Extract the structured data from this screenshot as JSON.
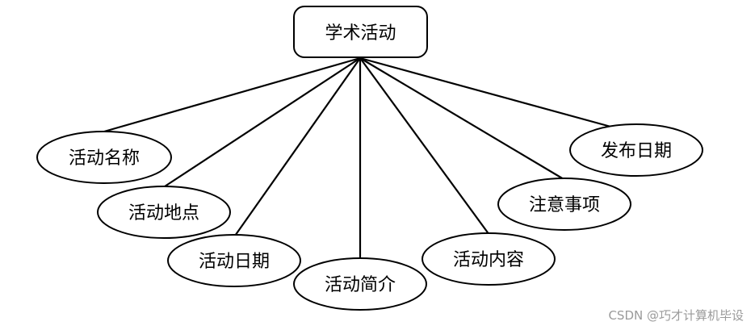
{
  "diagram": {
    "type": "er-attributes",
    "entity": {
      "label": "学术活动"
    },
    "attributes": [
      {
        "label": "活动名称"
      },
      {
        "label": "活动地点"
      },
      {
        "label": "活动日期"
      },
      {
        "label": "活动简介"
      },
      {
        "label": "活动内容"
      },
      {
        "label": "注意事项"
      },
      {
        "label": "发布日期"
      }
    ]
  },
  "watermark": "CSDN @巧才计算机毕设",
  "colors": {
    "stroke": "#000000",
    "fill": "#ffffff",
    "watermark": "#9a9a9a"
  }
}
